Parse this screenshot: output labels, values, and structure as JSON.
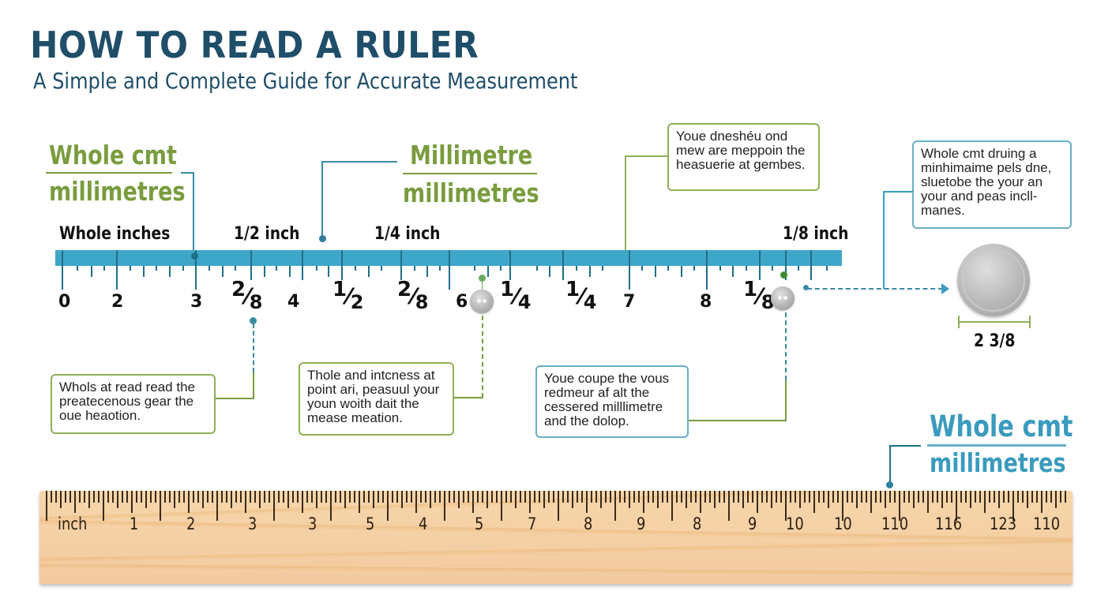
{
  "header": {
    "title": "HOW TO READ A RULER",
    "subtitle": "A Simple and Complete Guide for Accurate Measurement"
  },
  "headings": {
    "left_top": "Whole cmt",
    "left_bottom": "millimetres",
    "center_top": "Millimetre",
    "center_bottom": "millimetres",
    "right_top": "Whole cmt",
    "right_bottom": "millimetres"
  },
  "top_ruler": {
    "labels": [
      "Whole inches",
      "1/2 inch",
      "1/4 inch",
      "1/8 inch"
    ],
    "numbers": [
      "0",
      "2",
      "3",
      "4",
      "6",
      "7",
      "8"
    ],
    "fractions": [
      {
        "num": "2",
        "den": "8"
      },
      {
        "num": "1",
        "den": "2"
      },
      {
        "num": "2",
        "den": "8"
      },
      {
        "num": "1",
        "den": "4"
      },
      {
        "num": "1",
        "den": "4"
      },
      {
        "num": "1",
        "den": "8"
      }
    ],
    "bar_color": "#3ea7c9"
  },
  "notes": {
    "top_center": "Youe dneshéu ond mew are meppoin the heasuerie at gembes.",
    "top_right": "Whole cmt druing a minhimaime pels dne, sluetobe the your an your and peas incll-manes.",
    "bottom_left": "Whols at read read the preatecenous gear the oue heaotion.",
    "bottom_center": "Thole and intcness at point ari, peasuul your youn woith dait the mease meation.",
    "bottom_right": "Youe coupe the vous redmeur af alt the cessered milllimetre and the dolop."
  },
  "coin": {
    "measurement": "2 3/8",
    "icon": "coin-icon"
  },
  "wood_ruler": {
    "unit_label": "inch",
    "numbers": [
      "1",
      "2",
      "3",
      "3",
      "5",
      "4",
      "5",
      "7",
      "8",
      "9",
      "8",
      "9",
      "10",
      "10",
      "110",
      "116",
      "123",
      "110"
    ]
  },
  "colors": {
    "title": "#1f4e69",
    "green_accent": "#7a9c3e",
    "blue_accent": "#3a9bbd",
    "wood": "#f3caa0"
  }
}
